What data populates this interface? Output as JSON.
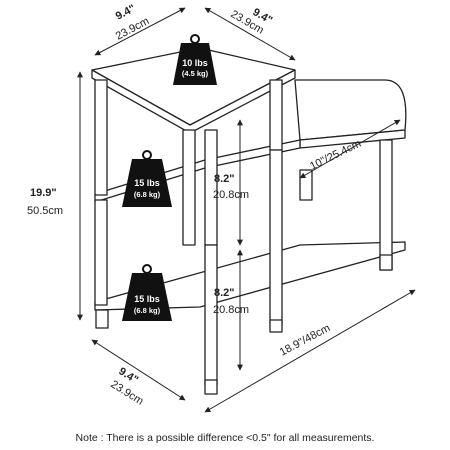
{
  "dimensions": {
    "top_width_in": "9.4\"",
    "top_width_cm": "23.9cm",
    "top_depth_in": "9.4\"",
    "top_depth_cm": "23.9cm",
    "height_in": "19.9\"",
    "height_cm": "50.5cm",
    "upper_gap_in": "8.2\"",
    "upper_gap_cm": "20.8cm",
    "lower_gap_in": "8.2\"",
    "lower_gap_cm": "20.8cm",
    "step_depth": "10\"/25.4cm",
    "bottom_length": "18.9\"/48cm",
    "bottom_depth_in": "9.4\"",
    "bottom_depth_cm": "23.9cm"
  },
  "weights": {
    "top": {
      "lbs": "10 lbs",
      "kg": "(4.5 kg)"
    },
    "middle": {
      "lbs": "15 lbs",
      "kg": "(6.8 kg)"
    },
    "bottom": {
      "lbs": "15 lbs",
      "kg": "(6.8 kg)"
    }
  },
  "note": "Note : There is a possible difference <0.5\" for all measurements.",
  "colors": {
    "line": "#222222",
    "post": "#ffffff",
    "weight_icon": "#111111"
  }
}
